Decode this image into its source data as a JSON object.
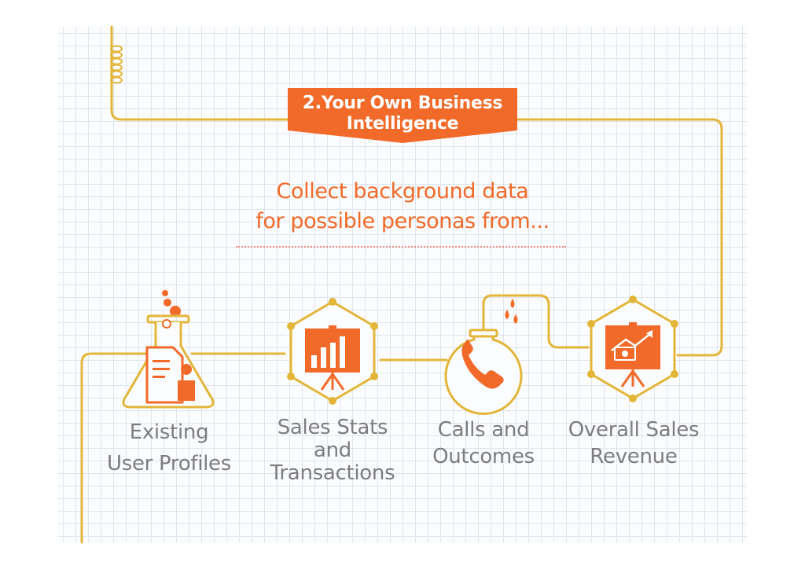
{
  "colors": {
    "orange": "#f26a29",
    "gold": "#e3b63a",
    "gray_text": "#7d7d7f",
    "grid": "#dfe5ee",
    "white": "#ffffff"
  },
  "banner": {
    "number": "2.",
    "line1": "Your Own Business",
    "line2": "Intelligence"
  },
  "subtitle": {
    "line1": "Collect background data",
    "line2": "for possible personas from..."
  },
  "sources": [
    {
      "icon": "lab-flask-document-icon",
      "lines": [
        "Existing",
        "User Profiles"
      ]
    },
    {
      "icon": "bar-chart-easel-icon",
      "lines": [
        "Sales Stats",
        "and",
        "Transactions"
      ]
    },
    {
      "icon": "telephone-icon",
      "lines": [
        "Calls and",
        "Outcomes"
      ]
    },
    {
      "icon": "revenue-chart-easel-icon",
      "lines": [
        "Overall Sales",
        "Revenue"
      ]
    }
  ]
}
